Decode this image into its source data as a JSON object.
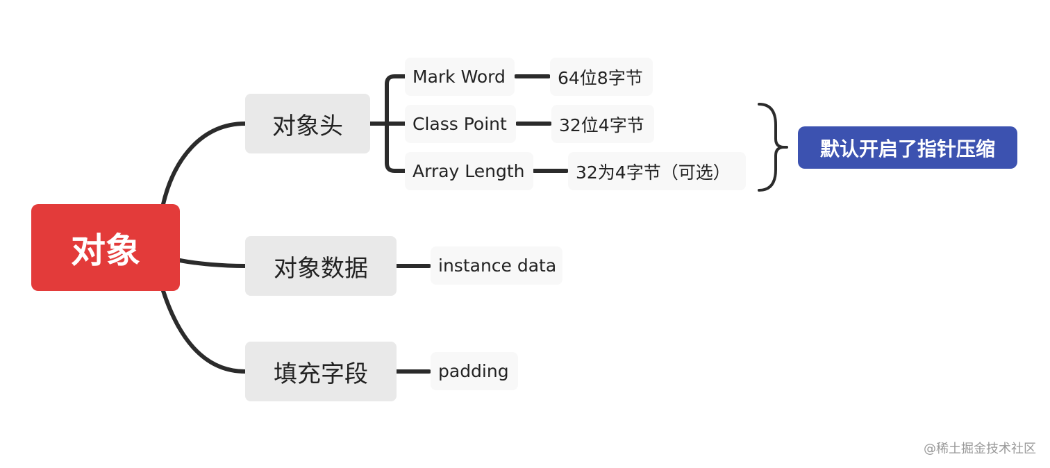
{
  "root": {
    "label": "对象"
  },
  "branches": [
    {
      "label": "对象头",
      "children": [
        {
          "label": "Mark Word",
          "detail": "64位8字节"
        },
        {
          "label": "Class Point",
          "detail": "32位4字节"
        },
        {
          "label": "Array Length",
          "detail": "32为4字节（可选）"
        }
      ]
    },
    {
      "label": "对象数据",
      "children": [
        {
          "label": "instance data"
        }
      ]
    },
    {
      "label": "填充字段",
      "children": [
        {
          "label": "padding"
        }
      ]
    }
  ],
  "summary": {
    "label": "默认开启了指针压缩"
  },
  "watermark": "@稀土掘金技术社区",
  "colors": {
    "root": "#e33b3a",
    "branch": "#e9e9e9",
    "leaf": "#f8f8f8",
    "summary": "#3c52b0",
    "line": "#2b2b2b"
  }
}
